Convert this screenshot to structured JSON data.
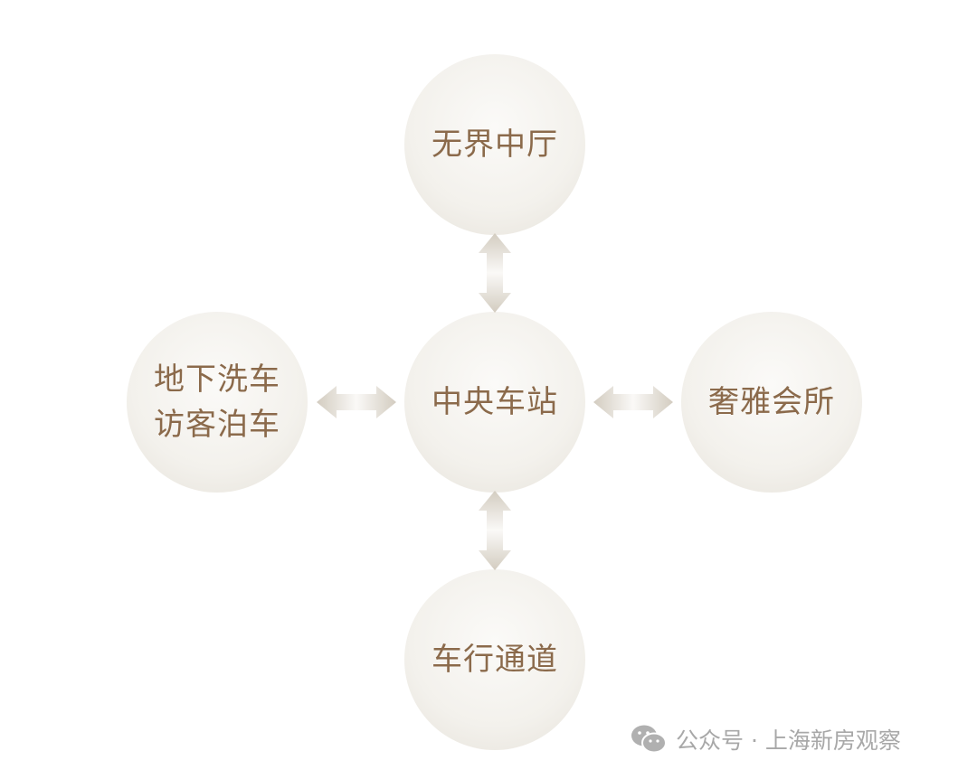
{
  "nodes": {
    "top": {
      "label": "无界中厅"
    },
    "center": {
      "label": "中央车站"
    },
    "left": {
      "line1": "地下洗车",
      "line2": "访客泊车"
    },
    "right": {
      "label": "奢雅会所"
    },
    "bottom": {
      "label": "车行通道"
    }
  },
  "footer": {
    "icon": "wechat-icon",
    "text": "公众号 · 上海新房观察"
  },
  "colors": {
    "text": "#8b6a4b",
    "arrow": "#d6cfc4",
    "footer": "#a8a8a8"
  }
}
